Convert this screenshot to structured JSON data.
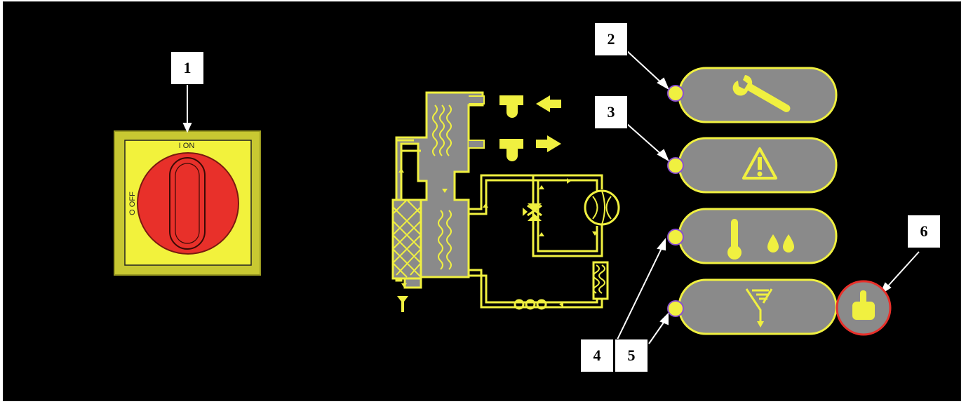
{
  "switch": {
    "on_label": "I ON",
    "off_label": "O OFF"
  },
  "callouts": [
    "1",
    "2",
    "3",
    "4",
    "5",
    "6"
  ],
  "colors": {
    "yellow": "#f0f040",
    "gray": "#8a8a8a",
    "red": "#e8302a",
    "background": "#000000"
  },
  "icons": [
    "wrench-icon",
    "warning-icon",
    "temperature-drops-icon",
    "drain-filter-icon",
    "hand-button-icon"
  ]
}
